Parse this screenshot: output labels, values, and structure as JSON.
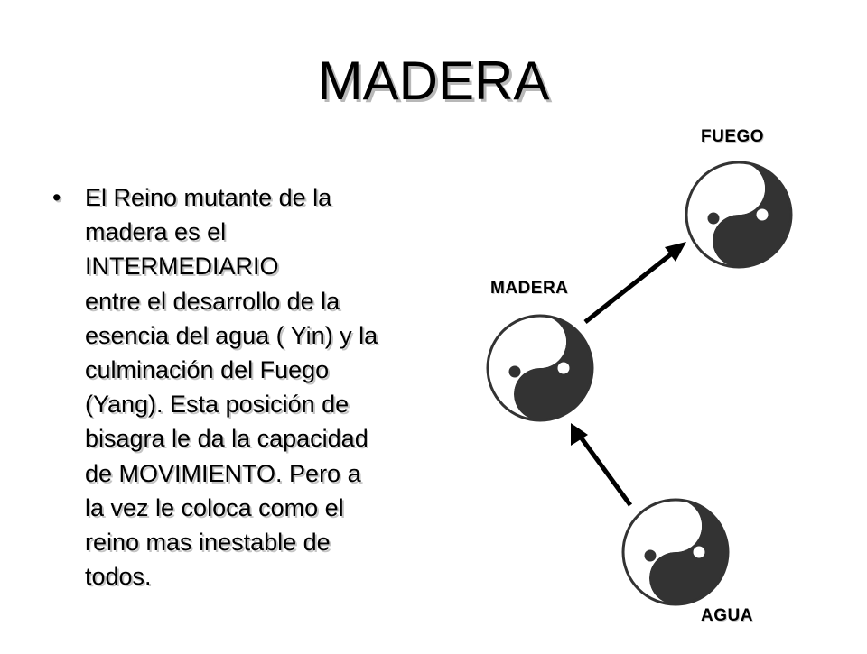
{
  "title": "MADERA",
  "bullet": {
    "marker": "•",
    "lines": [
      "El Reino mutante de la",
      "madera es el",
      "INTERMEDIARIO",
      "entre el desarrollo de la",
      "esencia del agua ( Yin) y la",
      "culminación del Fuego",
      "(Yang). Esta posición de",
      "bisagra le da la capacidad",
      "de MOVIMIENTO. Pero a",
      "la vez le coloca como el",
      "reino mas inestable de",
      "todos."
    ]
  },
  "diagram": {
    "labels": {
      "fire": "FUEGO",
      "wood": "MADERA",
      "water": "AGUA"
    },
    "symbol_icon": "yin-yang-icon",
    "arrow_icon": "arrow-icon",
    "colors": {
      "dark": "#333333",
      "light": "#ffffff"
    }
  }
}
